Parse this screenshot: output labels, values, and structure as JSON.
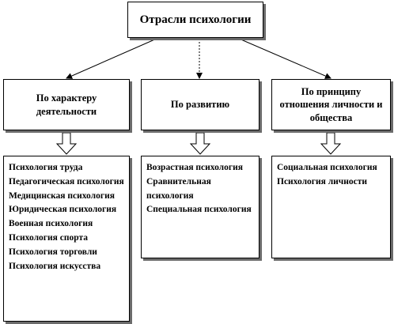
{
  "root": {
    "title": "Отрасли психологии"
  },
  "categories": [
    {
      "label": "По характеру деятельности",
      "items": [
        "Психология труда",
        "Педагогическая психология",
        "Медицинская психология",
        "Юридическая психология",
        "Военная психология",
        "Психология спорта",
        "Психология торговли",
        "Психология искусства"
      ]
    },
    {
      "label": "По развитию",
      "items": [
        "Возрастная психология",
        "Сравнительная психология",
        "Специальная психология"
      ]
    },
    {
      "label": "По принципу отношения личности и общества",
      "items": [
        "Социальная психология",
        "Психология личности"
      ]
    }
  ]
}
